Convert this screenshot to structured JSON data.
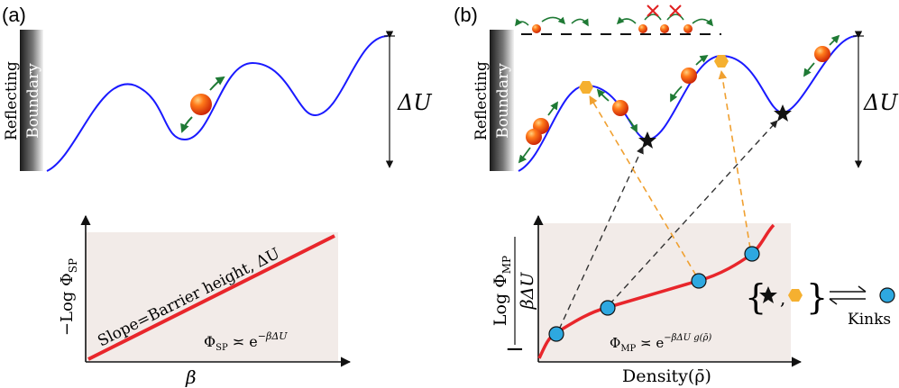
{
  "panels": {
    "a": {
      "tag": "(a)",
      "wall_label_line1": "Reflecting",
      "wall_label_line2": "Boundary",
      "delta_u": "ΔU",
      "plot": {
        "ylabel": "−Log Φ",
        "ylabel_sub": "SP",
        "xlabel": "β",
        "slope_text": "Slope=Barrier height, ΔU",
        "formula_main": "Φ",
        "formula_sub": "SP",
        "formula_rel": " ≍ e",
        "formula_sup": "−βΔU"
      }
    },
    "b": {
      "tag": "(b)",
      "wall_label_line1": "Reflecting",
      "wall_label_line2": "Boundary",
      "delta_u": "ΔU",
      "plot": {
        "ylabel_num": "Log Φ",
        "ylabel_num_sub": "MP",
        "ylabel_den": "βΔU",
        "ylabel_sign": "−",
        "xlabel": "Density(ρ̄)",
        "formula_main": "Φ",
        "formula_sub": "MP",
        "formula_rel": " ≍ e",
        "formula_sup": "−βΔU g(ρ̄)"
      },
      "legend": {
        "set_open": "{",
        "set_mid": ",",
        "set_close": "}",
        "kinks_label": "Kinks"
      }
    }
  },
  "colors": {
    "potential": "#1a1aff",
    "line": "#e8262b",
    "panel_bg": "#f2ebe8",
    "arrow_green": "#1f7a35",
    "dash_black": "#333333",
    "dash_orange": "#f0a030",
    "kink_fill": "#2ea8e0",
    "hexagon": "#f5b030",
    "cross": "#e02020"
  },
  "icons": [
    "particle-icon",
    "star-icon",
    "hexagon-icon",
    "kink-dot-icon",
    "cross-icon",
    "equilibrium-arrows-icon"
  ]
}
